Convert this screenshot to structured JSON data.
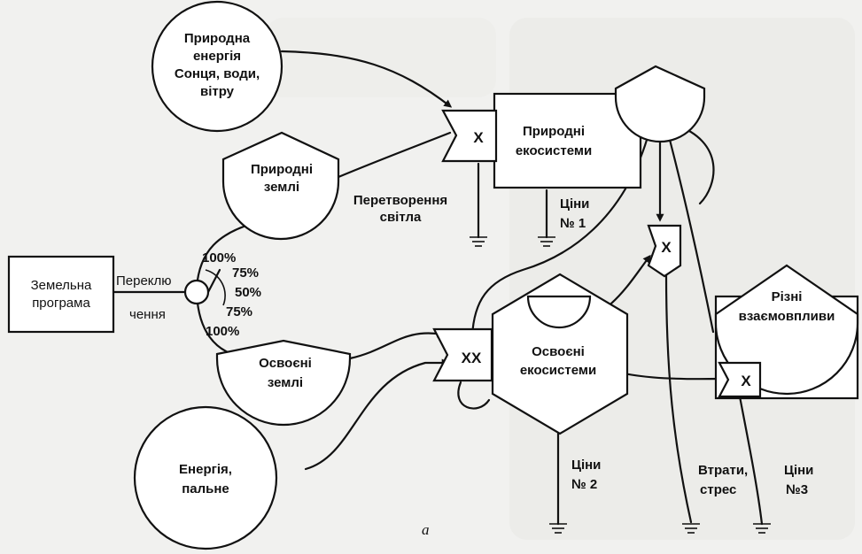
{
  "labels": {
    "natural_energy": [
      "Природна",
      "енергія",
      "Сонця, води,",
      "вітру"
    ],
    "natural_lands": [
      "Природні",
      "землі"
    ],
    "light_conversion": [
      "Перетворення",
      "світла"
    ],
    "natural_ecosystems": [
      "Природні",
      "екосистеми"
    ],
    "prices_1": [
      "Ціни",
      "№ 1"
    ],
    "land_program": [
      "Земельна",
      "програма"
    ],
    "switch_top": "Переклю",
    "switch_bottom": "чення",
    "percentages": [
      "100%",
      "75%",
      "50%",
      "75%",
      "100%"
    ],
    "developed_lands": [
      "Освоєні",
      "землі"
    ],
    "energy_fuel": [
      "Енергія,",
      "пальне"
    ],
    "developed_ecosystems": [
      "Освоєні",
      "екосистеми"
    ],
    "prices_2": [
      "Ціни",
      "№ 2"
    ],
    "various_interactions": [
      "Різні",
      "взаємовпливи"
    ],
    "losses": [
      "Втрати,",
      "стрес"
    ],
    "prices_3": [
      "Ціни",
      "№3"
    ],
    "multiply": "X",
    "multiply_double": "XX",
    "subfigure": "а"
  }
}
